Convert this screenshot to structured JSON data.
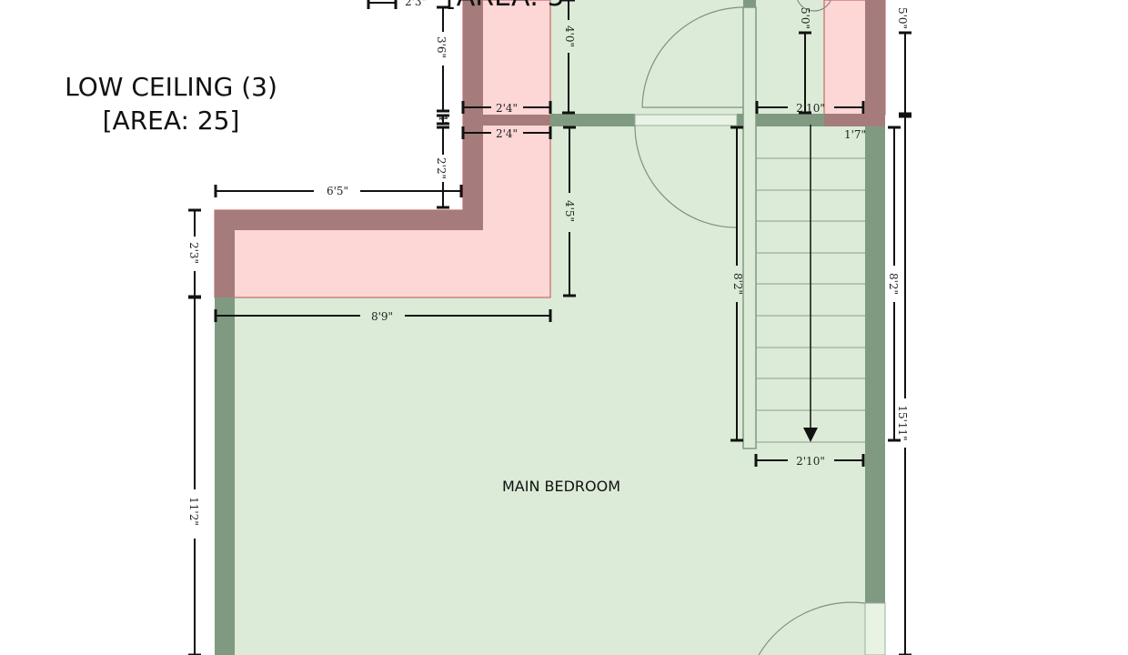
{
  "colors": {
    "room_fill": "#dbebd7",
    "low_ceiling_fill": "#fdd6d6",
    "low_ceiling_edge": "#c0504d",
    "wall": "#7f9a80",
    "wall_on_low_ceiling": "#a57c7b",
    "dimension_line": "#111111"
  },
  "rooms": {
    "main_bedroom": "MAIN BEDROOM",
    "low_ceiling_title": "LOW CEILING (3)",
    "low_ceiling_area": "[AREA: 25]",
    "top_area_partial": "[AREA: 5",
    "top_left_partial": "2'3\""
  },
  "dimensions": {
    "d_3_6": "3'6\"",
    "d_4_0": "4'0\"",
    "d_5_0_a": "5'0\"",
    "d_5_0_b": "5'0\"",
    "d_2_4_a": "2'4\"",
    "d_2_4_b": "2'4\"",
    "d_4": "4\"",
    "d_2_2": "2'2\"",
    "d_6_5": "6'5\"",
    "d_4_5": "4'5\"",
    "d_2_3": "2'3\"",
    "d_8_9": "8'9\"",
    "d_2_10_a": "2'10\"",
    "d_1_7": "1'7\"",
    "d_8_2_a": "8'2\"",
    "d_8_2_b": "8'2\"",
    "d_15_11": "15'11\"",
    "d_2_10_b": "2'10\"",
    "d_11_2": "11'2\""
  },
  "icons": {
    "stair_arrow": "arrow-down-icon",
    "door": "door-swing-icon"
  }
}
